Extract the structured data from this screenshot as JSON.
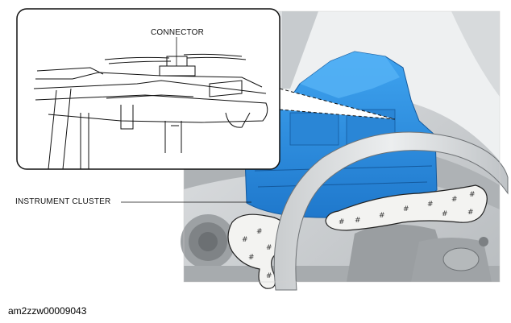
{
  "figure": {
    "callouts": {
      "connector": "CONNECTOR",
      "instrument_cluster": "INSTRUMENT CLUSTER"
    },
    "figure_id": "am2zzw00009043",
    "icons": [
      "connector-detail-inset",
      "steering-wheel",
      "instrument-cluster",
      "protective-cloth"
    ],
    "colors": {
      "cluster_blue": "#2d8ee0",
      "photo_gray": "#cfd2d4",
      "cloth_white": "#f3f3f1",
      "line_black": "#111111"
    }
  }
}
